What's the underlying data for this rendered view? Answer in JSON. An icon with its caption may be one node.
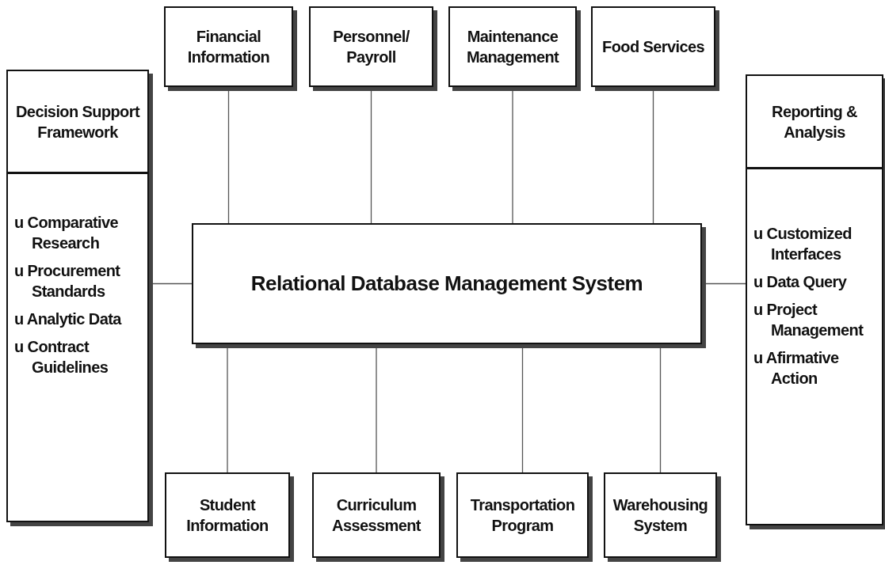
{
  "diagram": {
    "nodes": [
      {
        "text": [
          "Financial Information"
        ]
      },
      {
        "text": [
          "Personnel/ Payroll"
        ]
      },
      {
        "text": [
          "Maintenance Management"
        ]
      },
      {
        "text": [
          "Food Services"
        ]
      },
      {
        "text": [
          "Decision Support Framework",
          "u Comparative Research",
          "u Procurement Standards",
          "u Analytic Data",
          "u Contract Guidelines"
        ]
      },
      {
        "text": [
          "Relational Database Management System"
        ]
      },
      {
        "text": [
          "Reporting & Analysis",
          "u Customized Interfaces",
          "u Data Query",
          "u Project Management",
          "u Afirmative Action"
        ]
      },
      {
        "text": [
          "Student Information"
        ]
      },
      {
        "text": [
          "Curriculum Assessment"
        ]
      },
      {
        "text": [
          "Transportation Program"
        ]
      },
      {
        "text": [
          "Warehousing System"
        ]
      }
    ],
    "edges": [
      {
        "from": 0,
        "to": 5,
        "arrow": "none"
      },
      {
        "from": 1,
        "to": 5,
        "arrow": "none"
      },
      {
        "from": 2,
        "to": 5,
        "arrow": "none"
      },
      {
        "from": 3,
        "to": 5,
        "arrow": "none"
      },
      {
        "from": 4,
        "to": 5,
        "arrow": "none"
      },
      {
        "from": 5,
        "to": 6,
        "arrow": "none"
      },
      {
        "from": 5,
        "to": 7,
        "arrow": "none"
      },
      {
        "from": 5,
        "to": 8,
        "arrow": "none"
      },
      {
        "from": 5,
        "to": 9,
        "arrow": "none"
      },
      {
        "from": 5,
        "to": 10,
        "arrow": "none"
      }
    ]
  }
}
